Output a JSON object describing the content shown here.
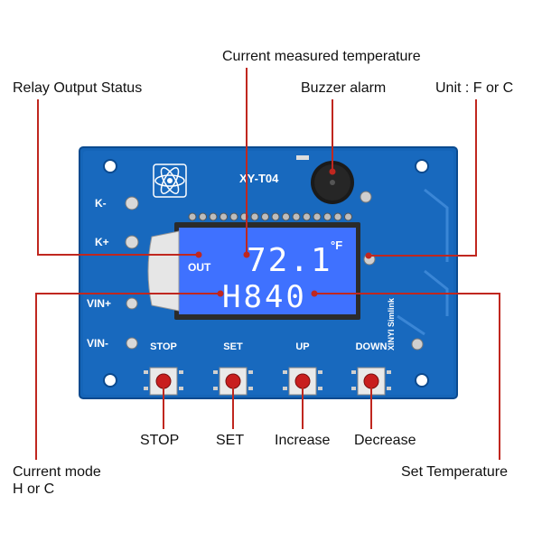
{
  "callouts": {
    "current_temp": "Current measured temperature",
    "relay_status": "Relay Output Status",
    "buzzer": "Buzzer alarm",
    "unit": "Unit : F or C",
    "stop": "STOP",
    "set": "SET",
    "increase": "Increase",
    "decrease": "Decrease",
    "current_mode_line1": "Current mode",
    "current_mode_line2": "H or C",
    "set_temperature": "Set Temperature"
  },
  "board": {
    "model": "XY-T04",
    "brand": "XINYI Simlink",
    "terminals": [
      "K-",
      "K+",
      "VIN+",
      "VIN-"
    ],
    "buttons": [
      "STOP",
      "SET",
      "UP",
      "DOWN"
    ]
  },
  "lcd": {
    "out": "OUT",
    "temperature": "72.1",
    "unit": "°F",
    "mode_value": "H840"
  },
  "colors": {
    "pcb": "#1565b8",
    "pcb_dark": "#0d4f98",
    "lcd_bg": "#2f63ff",
    "leader": "#c0271f",
    "button_cap": "#c81e1e"
  }
}
